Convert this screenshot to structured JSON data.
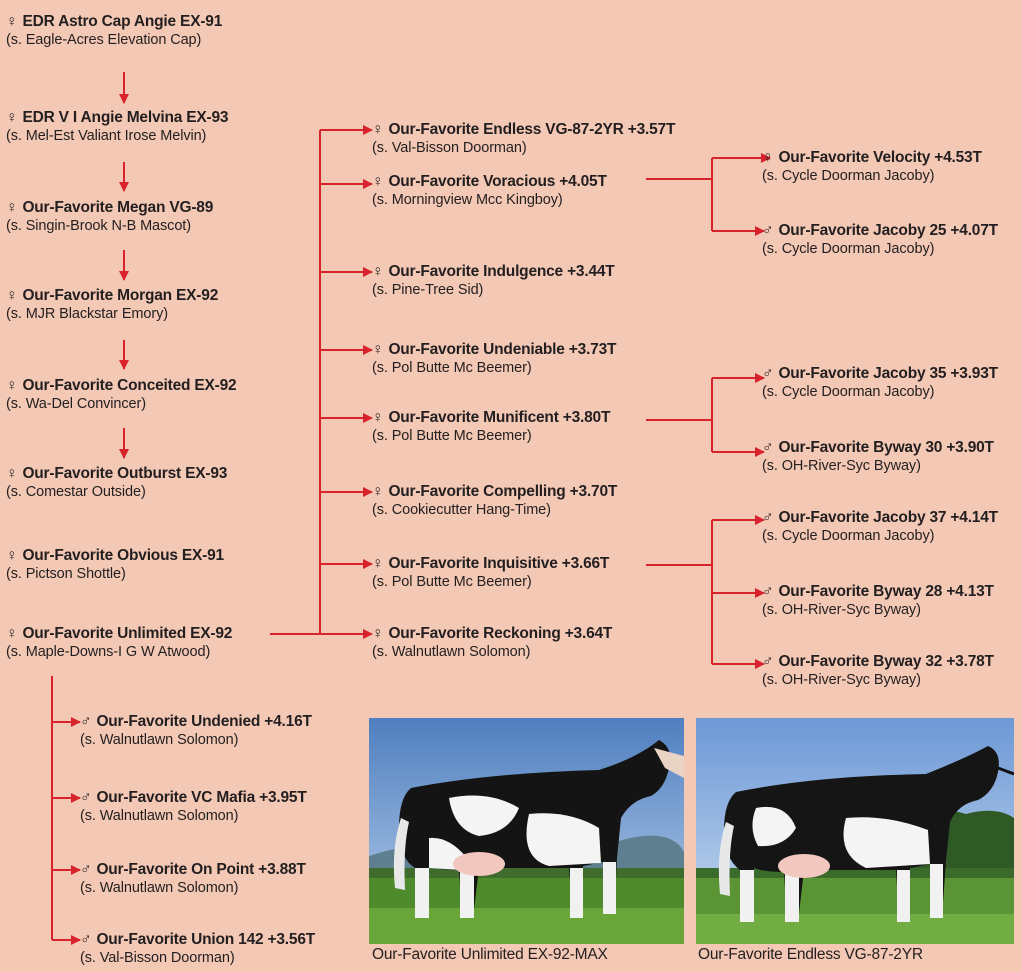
{
  "colors": {
    "background": "#f3c8b4",
    "arrow": "#d9232c",
    "text": "#231f20"
  },
  "symbols": {
    "female": "♀",
    "male": "♂"
  },
  "lineage": [
    {
      "sex": "female",
      "name": "EDR Astro Cap Angie EX-91",
      "sire": "(s. Eagle-Acres Elevation Cap)"
    },
    {
      "sex": "female",
      "name": "EDR V I Angie Melvina EX-93",
      "sire": "(s. Mel-Est Valiant Irose Melvin)"
    },
    {
      "sex": "female",
      "name": "Our-Favorite Megan VG-89",
      "sire": "(s. Singin-Brook N-B Mascot)"
    },
    {
      "sex": "female",
      "name": "Our-Favorite Morgan EX-92",
      "sire": "(s. MJR Blackstar Emory)"
    },
    {
      "sex": "female",
      "name": "Our-Favorite Conceited EX-92",
      "sire": "(s. Wa-Del Convincer)"
    },
    {
      "sex": "female",
      "name": "Our-Favorite Outburst EX-93",
      "sire": "(s. Comestar Outside)"
    },
    {
      "sex": "female",
      "name": "Our-Favorite Obvious EX-91",
      "sire": "(s. Pictson Shottle)"
    },
    {
      "sex": "female",
      "name": "Our-Favorite Unlimited EX-92",
      "sire": "(s. Maple-Downs-I G W Atwood)"
    }
  ],
  "sons": [
    {
      "sex": "male",
      "name": "Our-Favorite Undenied +4.16T",
      "sire": "(s. Walnutlawn Solomon)"
    },
    {
      "sex": "male",
      "name": "Our-Favorite VC Mafia +3.95T",
      "sire": "(s. Walnutlawn Solomon)"
    },
    {
      "sex": "male",
      "name": "Our-Favorite On Point +3.88T",
      "sire": "(s. Walnutlawn Solomon)"
    },
    {
      "sex": "male",
      "name": "Our-Favorite Union 142 +3.56T",
      "sire": "(s. Val-Bisson Doorman)"
    }
  ],
  "daughters": [
    {
      "sex": "female",
      "name": "Our-Favorite Endless VG-87-2YR +3.57T",
      "sire": "(s. Val-Bisson Doorman)"
    },
    {
      "sex": "female",
      "name": "Our-Favorite Voracious +4.05T",
      "sire": "(s. Morningview Mcc Kingboy)"
    },
    {
      "sex": "female",
      "name": "Our-Favorite Indulgence +3.44T",
      "sire": "(s. Pine-Tree Sid)"
    },
    {
      "sex": "female",
      "name": "Our-Favorite Undeniable +3.73T",
      "sire": "(s. Pol Butte Mc Beemer)"
    },
    {
      "sex": "female",
      "name": "Our-Favorite Munificent +3.80T",
      "sire": "(s. Pol Butte Mc Beemer)"
    },
    {
      "sex": "female",
      "name": "Our-Favorite Compelling +3.70T",
      "sire": "(s. Cookiecutter Hang-Time)"
    },
    {
      "sex": "female",
      "name": "Our-Favorite Inquisitive +3.66T",
      "sire": "(s. Pol Butte Mc Beemer)"
    },
    {
      "sex": "female",
      "name": "Our-Favorite Reckoning +3.64T",
      "sire": "(s. Walnutlawn Solomon)"
    }
  ],
  "voracious_offspring": [
    {
      "sex": "female",
      "name": "Our-Favorite Velocity +4.53T",
      "sire": "(s. Cycle Doorman Jacoby)"
    },
    {
      "sex": "male",
      "name": "Our-Favorite Jacoby 25 +4.07T",
      "sire": "(s. Cycle Doorman Jacoby)"
    }
  ],
  "munificent_offspring": [
    {
      "sex": "male",
      "name": "Our-Favorite Jacoby 35 +3.93T",
      "sire": "(s. Cycle Doorman Jacoby)"
    },
    {
      "sex": "male",
      "name": "Our-Favorite Byway 30 +3.90T",
      "sire": "(s. OH-River-Syc Byway)"
    }
  ],
  "inquisitive_offspring": [
    {
      "sex": "male",
      "name": "Our-Favorite Jacoby 37 +4.14T",
      "sire": "(s. Cycle Doorman Jacoby)"
    },
    {
      "sex": "male",
      "name": "Our-Favorite Byway 28 +4.13T",
      "sire": "(s. OH-River-Syc Byway)"
    },
    {
      "sex": "male",
      "name": "Our-Favorite Byway 32 +3.78T",
      "sire": "(s. OH-River-Syc Byway)"
    }
  ],
  "photos": [
    {
      "caption": "Our-Favorite Unlimited EX-92-MAX"
    },
    {
      "caption": "Our-Favorite Endless VG-87-2YR"
    }
  ]
}
